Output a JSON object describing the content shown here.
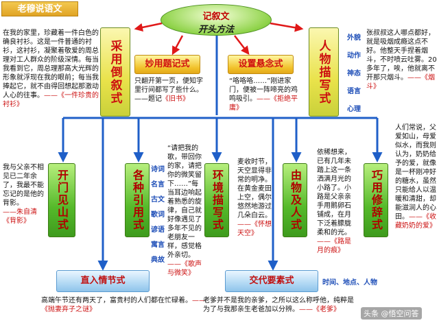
{
  "title": "老穆说语文",
  "center": {
    "line1": "记叙文",
    "line2": "开头方法"
  },
  "top": {
    "daoxu": {
      "label": "采用倒叙式",
      "text": "在我的家里，珍藏着一件白色的确良衬衫。这是一件普通的衬衫，这衬衫，凝聚着敬爱的周总理对工人群众的阶级深情。每当我看到它，周总理那高大光辉的形象就浮现在我的眼前；每当我捧起它，就不由得回想起那激动人心的往事。",
      "source": "——《一件珍贵的衬衫》"
    },
    "tiji": {
      "label": "妙用题记式",
      "text": "只翻开第一页，便知字里行间都写了些什么。",
      "source_prefix": "——题记",
      "source": "《旧书》"
    },
    "xuannian": {
      "label": "设置悬念式",
      "text": "“咯咯咯……”刚进家门，便被一阵啼亮的鸡鸣吸引。",
      "source": "——《拒绝平庸》"
    },
    "renwu": {
      "label": "人物描写式",
      "aspects": [
        "外貌",
        "动作",
        "神态",
        "语言",
        "心理"
      ],
      "text": "张叔叔这人哪点都好，就是吸烟成瘾这点不好。他整天手捏着烟斗，不时喷云吐雾。20多年了，唉，他就离不开那只烟斗。",
      "source": "——《烟斗》"
    }
  },
  "bottom": {
    "kaimen": {
      "label": "开门见山式",
      "text": "我与父亲不相见已二年余了，我最不能忘记的是他的背影。",
      "source_prefix": "——朱自清",
      "source": "《背影》"
    },
    "yinyong": {
      "label": "各种引用式",
      "types": [
        "诗词",
        "名言",
        "古文",
        "歌词",
        "谚语",
        "寓言",
        "典故"
      ],
      "text": "“请把我的歌，带回你的家，请把你的微笑留下……”每当耳边响起着熟悉的旋律，自己就好像遇见了多年不见的老朋友一样，感觉格外亲切。",
      "source": "——《歌声与微笑》"
    },
    "huanjing": {
      "label": "环境描写式",
      "text": "麦收时节，天空显得非常的明净。在黄金麦田上空，偶尔悠然地游过几朵白云。",
      "source": "——《怀想天空》"
    },
    "youwu": {
      "label": "由物及人式",
      "text": "依稀想来，已有几年未踏上这一条洒满月光的小路了。小路是父亲亲手用鹅卵石铺成，在月下泛着朦胧柔和的光。",
      "source": "——《路是月的痕》"
    },
    "qiaoyong": {
      "label": "巧用修辞式",
      "text": "人们常说，父爱如山，母爱似水，而我则认为，奶奶给予的爱，就像是一杯刚冲好的糖水，虽然只能给人以温暖和清甜，却能滋润人的心田。",
      "source": "——《收藏奶奶的爱》"
    },
    "zhiru": {
      "label": "直入情节式",
      "text": "高端午节还有两天了，富贵村的人们都在忙碌着。",
      "source": "——《抛妻弃子之谜》"
    },
    "jiaodai": {
      "label": "交代要素式",
      "elements": "时间、地点、人物",
      "text": "老爹并不是我的亲爹，之所以这么称呼他，纯粹是为了与我那亲生老爸加以分辨。",
      "source": "——《老爹》"
    }
  },
  "watermark": "头条 @悟空问答",
  "colors": {
    "arrow_blue": "#1f5fc8",
    "arrow_red": "#e01818",
    "text_red": "#cc1111"
  }
}
